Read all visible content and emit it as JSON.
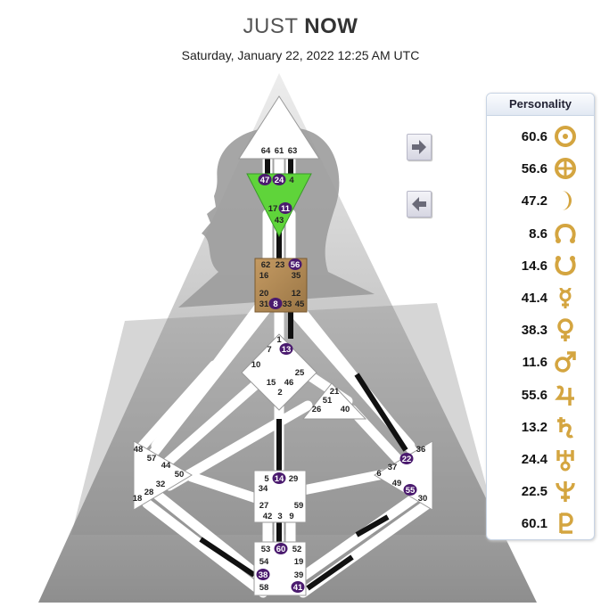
{
  "header": {
    "title_light": "JUST",
    "title_bold": "NOW",
    "datetime": "Saturday, January 22, 2022 12:25 AM UTC"
  },
  "nav": {
    "next_icon": "arrow-right-icon",
    "prev_icon": "arrow-left-icon"
  },
  "panel": {
    "title": "Personality",
    "rows": [
      {
        "value": "60.6",
        "icon": "sun-icon"
      },
      {
        "value": "56.6",
        "icon": "earth-icon"
      },
      {
        "value": "47.2",
        "icon": "moon-icon"
      },
      {
        "value": "8.6",
        "icon": "north-node-icon"
      },
      {
        "value": "14.6",
        "icon": "south-node-icon"
      },
      {
        "value": "41.4",
        "icon": "mercury-icon"
      },
      {
        "value": "38.3",
        "icon": "venus-icon"
      },
      {
        "value": "11.6",
        "icon": "mars-icon"
      },
      {
        "value": "55.6",
        "icon": "jupiter-icon"
      },
      {
        "value": "13.2",
        "icon": "saturn-icon"
      },
      {
        "value": "24.4",
        "icon": "uranus-icon"
      },
      {
        "value": "22.5",
        "icon": "neptune-icon"
      },
      {
        "value": "60.1",
        "icon": "pluto-icon"
      }
    ]
  },
  "colors": {
    "defined_head": "#2e9e2e",
    "defined_ajna": "#58d42e",
    "throat": "#b08a5a",
    "gate_active": "#4a1a6e",
    "glyph_gold": "#d4a540"
  },
  "gates": {
    "head": [
      "64",
      "61",
      "63"
    ],
    "ajna": [
      "47",
      "24",
      "4",
      "17",
      "11",
      "43"
    ],
    "throat": [
      "62",
      "23",
      "56",
      "16",
      "35",
      "20",
      "12",
      "31",
      "8",
      "33",
      "45"
    ],
    "g": [
      "1",
      "7",
      "13",
      "10",
      "25",
      "15",
      "46",
      "2"
    ],
    "ego": [
      "21",
      "51",
      "26",
      "40"
    ],
    "spleen": [
      "48",
      "57",
      "44",
      "50",
      "32",
      "28",
      "18"
    ],
    "sacral": [
      "5",
      "14",
      "29",
      "34",
      "27",
      "59",
      "42",
      "3",
      "9"
    ],
    "solar": [
      "36",
      "22",
      "37",
      "6",
      "49",
      "55",
      "30"
    ],
    "root": [
      "53",
      "60",
      "52",
      "54",
      "19",
      "38",
      "39",
      "58",
      "41"
    ],
    "active": [
      "47",
      "24",
      "11",
      "56",
      "8",
      "13",
      "14",
      "22",
      "55",
      "60",
      "38",
      "41"
    ]
  }
}
